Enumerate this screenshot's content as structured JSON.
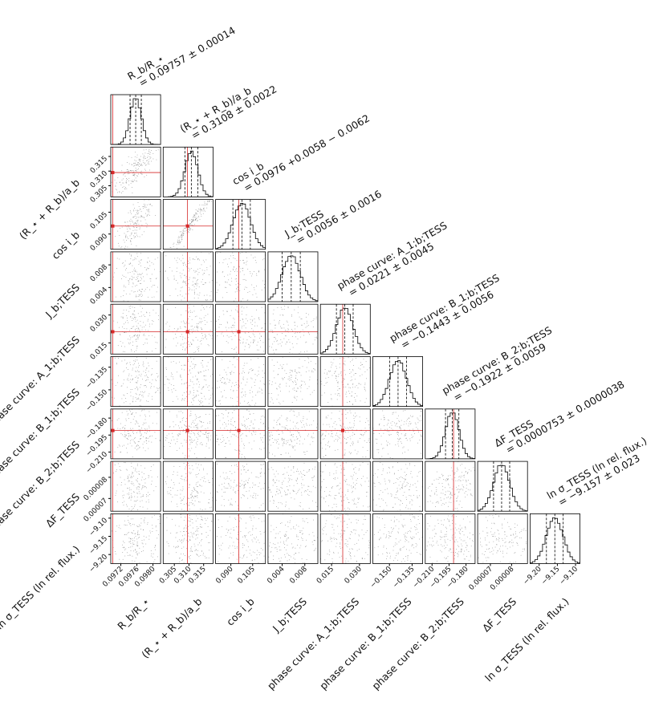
{
  "chart_data": {
    "type": "corner",
    "parameters": [
      {
        "key": "rr",
        "label": "R_b/R_⋆",
        "title_line1": "R_b/R_⋆",
        "title_line2": "= 0.09757 ± 0.00014",
        "median": 0.09757,
        "err_lo": 0.00014,
        "err_hi": 0.00014,
        "truth": 0.097,
        "range": [
          0.09695,
          0.09819
        ],
        "ticks": [
          0.0972,
          0.0976,
          0.098
        ],
        "tick_labels": [
          "0.0972",
          "0.0976",
          "0.0980"
        ]
      },
      {
        "key": "rsuma",
        "label": "(R_⋆ + R_b)/a_b",
        "title_line1": "(R_⋆ + R_b)/a_b",
        "title_line2": "= 0.3108 ± 0.0022",
        "median": 0.3108,
        "err_lo": 0.0022,
        "err_hi": 0.0022,
        "truth": 0.3095,
        "range": [
          0.3012,
          0.3182
        ],
        "ticks": [
          0.305,
          0.31,
          0.315
        ],
        "tick_labels": [
          "0.305",
          "0.310",
          "0.315"
        ]
      },
      {
        "key": "cosi",
        "label": "cos i_b",
        "title_line1": "cos i_b",
        "title_line2": "= 0.0976 +0.0058 − 0.0062",
        "median": 0.0976,
        "err_lo": 0.0062,
        "err_hi": 0.0058,
        "truth": 0.0955,
        "range": [
          0.0795,
          0.1138
        ],
        "ticks": [
          0.09,
          0.105
        ],
        "tick_labels": [
          "0.090",
          "0.105"
        ]
      },
      {
        "key": "jb",
        "label": "J_b;TESS",
        "title_line1": "J_b;TESS",
        "title_line2": "= 0.0056 ± 0.0016",
        "median": 0.0056,
        "err_lo": 0.0016,
        "err_hi": 0.0016,
        "truth": null,
        "range": [
          0.0015,
          0.0103
        ],
        "ticks": [
          0.004,
          0.008
        ],
        "tick_labels": [
          "0.004",
          "0.008"
        ]
      },
      {
        "key": "a1",
        "label": "phase curve: A_1;b;TESS",
        "title_line1": "phase curve: A_1;b;TESS",
        "title_line2": "= 0.0221 ± 0.0045",
        "median": 0.0221,
        "err_lo": 0.0045,
        "err_hi": 0.0045,
        "truth": 0.021,
        "range": [
          0.009,
          0.0358
        ],
        "ticks": [
          0.015,
          0.03
        ],
        "tick_labels": [
          "0.015",
          "0.030"
        ]
      },
      {
        "key": "b1",
        "label": "phase curve: B_1;b;TESS",
        "title_line1": "phase curve: B_1;b;TESS",
        "title_line2": "= −0.1443 ± 0.0056",
        "median": -0.1443,
        "err_lo": 0.0056,
        "err_hi": 0.0056,
        "truth": null,
        "range": [
          -0.161,
          -0.128
        ],
        "ticks": [
          -0.15,
          -0.135
        ],
        "tick_labels": [
          "−0.150",
          "−0.135"
        ]
      },
      {
        "key": "b2",
        "label": "phase curve: B_2;b;TESS",
        "title_line1": "phase curve: B_2;b;TESS",
        "title_line2": "= −0.1922 ± 0.0059",
        "median": -0.1922,
        "err_lo": 0.0059,
        "err_hi": 0.0059,
        "truth": -0.191,
        "range": [
          -0.216,
          -0.172
        ],
        "ticks": [
          -0.21,
          -0.195,
          -0.18
        ],
        "tick_labels": [
          "−0.210",
          "−0.195",
          "−0.180"
        ]
      },
      {
        "key": "df",
        "label": "ΔF_TESS",
        "title_line1": "ΔF_TESS",
        "title_line2": "= 0.0000753 ± 0.0000038",
        "median": 7.53e-05,
        "err_lo": 3.8e-06,
        "err_hi": 3.8e-06,
        "truth": null,
        "range": [
          6.4e-05,
          8.75e-05
        ],
        "ticks": [
          7e-05,
          8e-05
        ],
        "tick_labels": [
          "0.00007",
          "0.00008"
        ]
      },
      {
        "key": "lns",
        "label": "ln σ_TESS (ln rel. flux.)",
        "title_line1": "ln σ_TESS (ln rel. flux.)",
        "title_line2": "= −9.157 ± 0.023",
        "median": -9.157,
        "err_lo": 0.023,
        "err_hi": 0.023,
        "truth": null,
        "range": [
          -9.225,
          -9.088
        ],
        "ticks": [
          -9.2,
          -9.15,
          -9.1
        ],
        "tick_labels": [
          "−9.20",
          "−9.15",
          "−9.10"
        ]
      }
    ],
    "correlations": [
      {
        "i": 1,
        "j": 0,
        "rho": 0.82
      },
      {
        "i": 2,
        "j": 0,
        "rho": 0.82
      },
      {
        "i": 2,
        "j": 1,
        "rho": 0.985
      },
      {
        "i": 4,
        "j": 3,
        "rho": 0.1
      },
      {
        "i": 5,
        "j": 3,
        "rho": 0.45
      },
      {
        "i": 6,
        "j": 3,
        "rho": 0.6
      },
      {
        "i": 6,
        "j": 5,
        "rho": 0.1
      },
      {
        "i": 7,
        "j": 3,
        "rho": 0.4
      },
      {
        "i": 7,
        "j": 6,
        "rho": 0.45
      }
    ],
    "colors": {
      "truth": "#d62728",
      "contour": "#000000",
      "scatter": "#444444"
    }
  }
}
